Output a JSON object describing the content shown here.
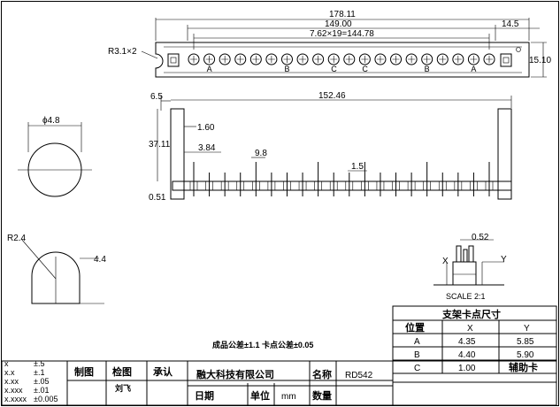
{
  "top_view": {
    "dim_total": "178.11",
    "dim_mid": "149.00",
    "dim_pitch": "7.62×19=144.78",
    "dim_end": "14.5",
    "dim_height": "15.10",
    "dim_radius": "R3.1×2",
    "pin_labels": [
      "A",
      "B",
      "C",
      "C",
      "B",
      "A"
    ],
    "pin_count": 20
  },
  "side_view": {
    "dim_left": "6.5",
    "dim_span": "152.46",
    "dim_160": "1.60",
    "dim_height": "37.11",
    "dim_384": "3.84",
    "dim_98": "9.8",
    "dim_15": "1.5",
    "dim_051": "0.51"
  },
  "circle_view": {
    "dim_diameter": "ϕ4.8"
  },
  "dome_view": {
    "dim_radius": "R2.4",
    "dim_width": "4.4"
  },
  "detail_view": {
    "dim_052": "0.52",
    "x_label": "X",
    "y_label": "Y",
    "scale": "SCALE 2:1"
  },
  "table": {
    "title": "支架卡点尺寸",
    "headers": [
      "位置",
      "X",
      "Y"
    ],
    "rows": [
      [
        "A",
        "4.35",
        "5.85"
      ],
      [
        "B",
        "4.40",
        "5.90"
      ],
      [
        "C",
        "1.00",
        "辅助卡"
      ]
    ]
  },
  "tolerance_note": "成品公差±1.1 卡点公差±0.05",
  "title_block": {
    "tol_lines": [
      [
        "x",
        "±.5"
      ],
      [
        "x.x",
        "±.1"
      ],
      [
        "x.xx",
        "±.05"
      ],
      [
        "x.xxx",
        "±.01"
      ],
      [
        "x.xxxx",
        "±0.005"
      ]
    ],
    "zhitu": "制图",
    "jiantu": "检图",
    "chengren": "承认",
    "drafter": "刘飞",
    "company": "融大科技有限公司",
    "name_label": "名称",
    "name_value": "RD542",
    "unit_label": "单位",
    "unit_value": "mm",
    "qty_label": "数量",
    "date_label": "日期"
  }
}
